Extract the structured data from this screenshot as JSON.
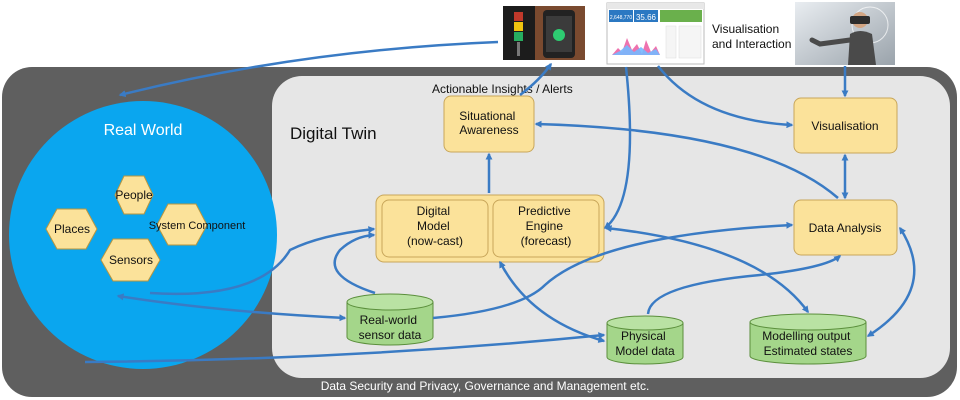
{
  "real_world": {
    "title": "Real World",
    "hexagons": [
      "People",
      "Places",
      "System Component",
      "Sensors"
    ]
  },
  "digital_twin": {
    "title": "Digital Twin"
  },
  "boxes": {
    "situational_awareness": "Situational Awareness",
    "digital_model": "Digital Model (now-cast)",
    "predictive_engine": "Predictive Engine (forecast)",
    "visualisation": "Visualisation",
    "data_analysis": "Data Analysis"
  },
  "datastores": {
    "sensor_data": "Real-world sensor data",
    "physical_model": "Physical Model data",
    "modelling_output": "Modelling output Estimated states"
  },
  "labels": {
    "actionable": "Actionable Insights / Alerts",
    "vis_interaction": "Visualisation and Interaction",
    "footer": "Data Security and Privacy, Governance and Management etc."
  },
  "dashboard": {
    "value1": "2,648,770",
    "value2": "35.66"
  },
  "colors": {
    "outer_frame": "#5f5f5f",
    "twin_bg": "#e6e6e6",
    "real_world": "#0aa6ef",
    "hexagon": "#fbe29a",
    "box": "#fbe29a",
    "box_border": "#c8a65a",
    "cylinder": "#a4d68a",
    "cylinder_border": "#5b8f3c",
    "arrow": "#3a7bc4"
  },
  "icons": [
    "stack-light-icon",
    "smartphone-icon",
    "dashboard-screenshot-icon",
    "vr-headset-person-icon"
  ]
}
